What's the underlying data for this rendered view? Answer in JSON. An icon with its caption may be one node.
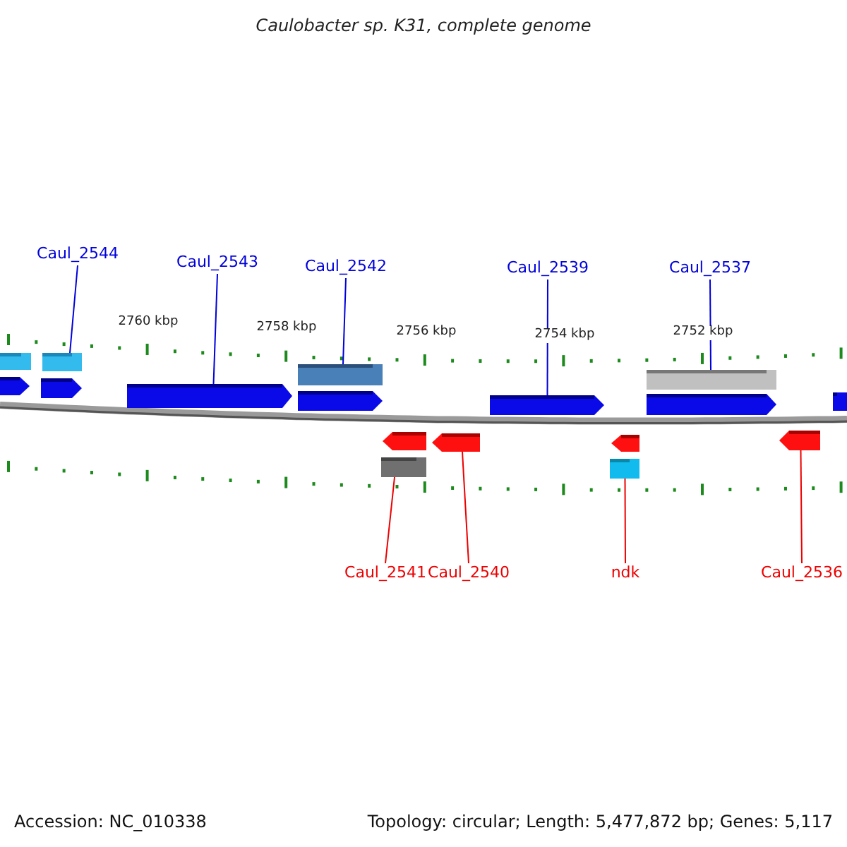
{
  "diagram": {
    "title": "Caulobacter sp. K31, complete genome",
    "nodes": [
      {
        "text": [
          "Caul_2544"
        ]
      },
      {
        "text": [
          "Caul_2543"
        ]
      },
      {
        "text": [
          "Caul_2542"
        ]
      },
      {
        "text": [
          "Caul_2539"
        ]
      },
      {
        "text": [
          "Caul_2537"
        ]
      },
      {
        "text": [
          "Caul_2541"
        ]
      },
      {
        "text": [
          "Caul_2540"
        ]
      },
      {
        "text": [
          "ndk"
        ]
      },
      {
        "text": [
          "Caul_2536"
        ]
      },
      {
        "text": [],
        "shape": "bar"
      },
      {
        "text": [],
        "shape": "arrow"
      },
      {
        "text": [],
        "shape": "bar"
      },
      {
        "text": [],
        "shape": "arrow"
      },
      {
        "text": [],
        "shape": "arrow"
      },
      {
        "text": [],
        "shape": "bar"
      },
      {
        "text": [],
        "shape": "arrow"
      },
      {
        "text": [],
        "shape": "bar"
      },
      {
        "text": [],
        "shape": "arrow"
      },
      {
        "text": [],
        "shape": "arrow"
      },
      {
        "text": [],
        "shape": "arrow"
      },
      {
        "text": [],
        "shape": "arrow"
      },
      {
        "text": [],
        "shape": "bar"
      },
      {
        "text": [],
        "shape": "bar"
      },
      {
        "text": [],
        "shape": "arrow"
      },
      {
        "text": [],
        "shape": "arrow"
      },
      {
        "text": [],
        "shape": "bar"
      }
    ],
    "edges": [
      {
        "from": 0,
        "to": 11,
        "arrow": "none"
      },
      {
        "from": 1,
        "to": 13,
        "arrow": "none"
      },
      {
        "from": 2,
        "to": 14,
        "arrow": "none"
      },
      {
        "from": 3,
        "to": 19,
        "arrow": "none"
      },
      {
        "from": 4,
        "to": 22,
        "arrow": "none"
      },
      {
        "from": 5,
        "to": 16,
        "arrow": "none",
        "color": "#ee0000"
      },
      {
        "from": 6,
        "to": 18,
        "arrow": "none",
        "color": "#ee0000"
      },
      {
        "from": 7,
        "to": 21,
        "arrow": "none",
        "color": "#ee0000"
      },
      {
        "from": 8,
        "to": 24,
        "arrow": "none",
        "color": "#ee0000"
      }
    ],
    "labels": [
      "2760 kbp",
      "2758 kbp",
      "2756 kbp",
      "2754 kbp",
      "2752 kbp",
      "Accession: NC_010338",
      "Topology: circular; Length: 5,477,872 bp; Genes: 5,117"
    ]
  }
}
